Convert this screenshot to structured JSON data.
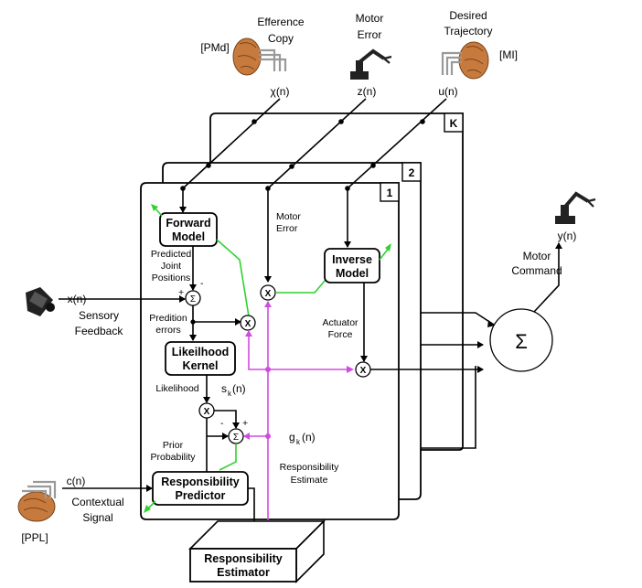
{
  "top_inputs": {
    "efference": {
      "label_line1": "Efference",
      "label_line2": "Copy",
      "region": "[PMd]",
      "signal": "χ(n)"
    },
    "motor_error": {
      "label_line1": "Motor",
      "label_line2": "Error",
      "signal": "z(n)"
    },
    "desired": {
      "label_line1": "Desired",
      "label_line2": "Trajectory",
      "region": "[MI]",
      "signal": "u(n)"
    }
  },
  "panels": {
    "k": "K",
    "two": "2",
    "one": "1"
  },
  "boxes": {
    "forward_l1": "Forward",
    "forward_l2": "Model",
    "likelihood_l1": "Likeilhood",
    "likelihood_l2": "Kernel",
    "responsibility_l1": "Responsibility",
    "responsibility_l2": "Predictor",
    "inverse_l1": "Inverse",
    "inverse_l2": "Model",
    "estimator_l1": "Responsibility",
    "estimator_l2": "Estimator"
  },
  "labels": {
    "predicted_l1": "Predicted",
    "predicted_l2": "Joint",
    "predicted_l3": "Positions",
    "prediction_errors_l1": "Predition",
    "prediction_errors_l2": "errors",
    "likelihood": "Likelihood",
    "s_sub": "s",
    "s_k": "k",
    "s_n": "(n)",
    "prior_l1": "Prior",
    "prior_l2": "Probability",
    "g_sub": "g",
    "g_k": "k",
    "g_n": "(n)",
    "resp_est_l1": "Responsibility",
    "resp_est_l2": "Estimate",
    "motor_error_l1": "Motor",
    "motor_error_l2": "Error",
    "actuator_l1": "Actuator",
    "actuator_l2": "Force",
    "motor_command_l1": "Motor",
    "motor_command_l2": "Command",
    "output_signal": "y(n)",
    "sensory_signal": "x(n)",
    "sensory_l1": "Sensory",
    "sensory_l2": "Feedback",
    "contextual_signal": "c(n)",
    "contextual_l1": "Contextual",
    "contextual_l2": "Signal",
    "ppl": "[PPL]",
    "sigma": "Σ",
    "x_mult": "X",
    "plus": "+",
    "minus": "-"
  }
}
